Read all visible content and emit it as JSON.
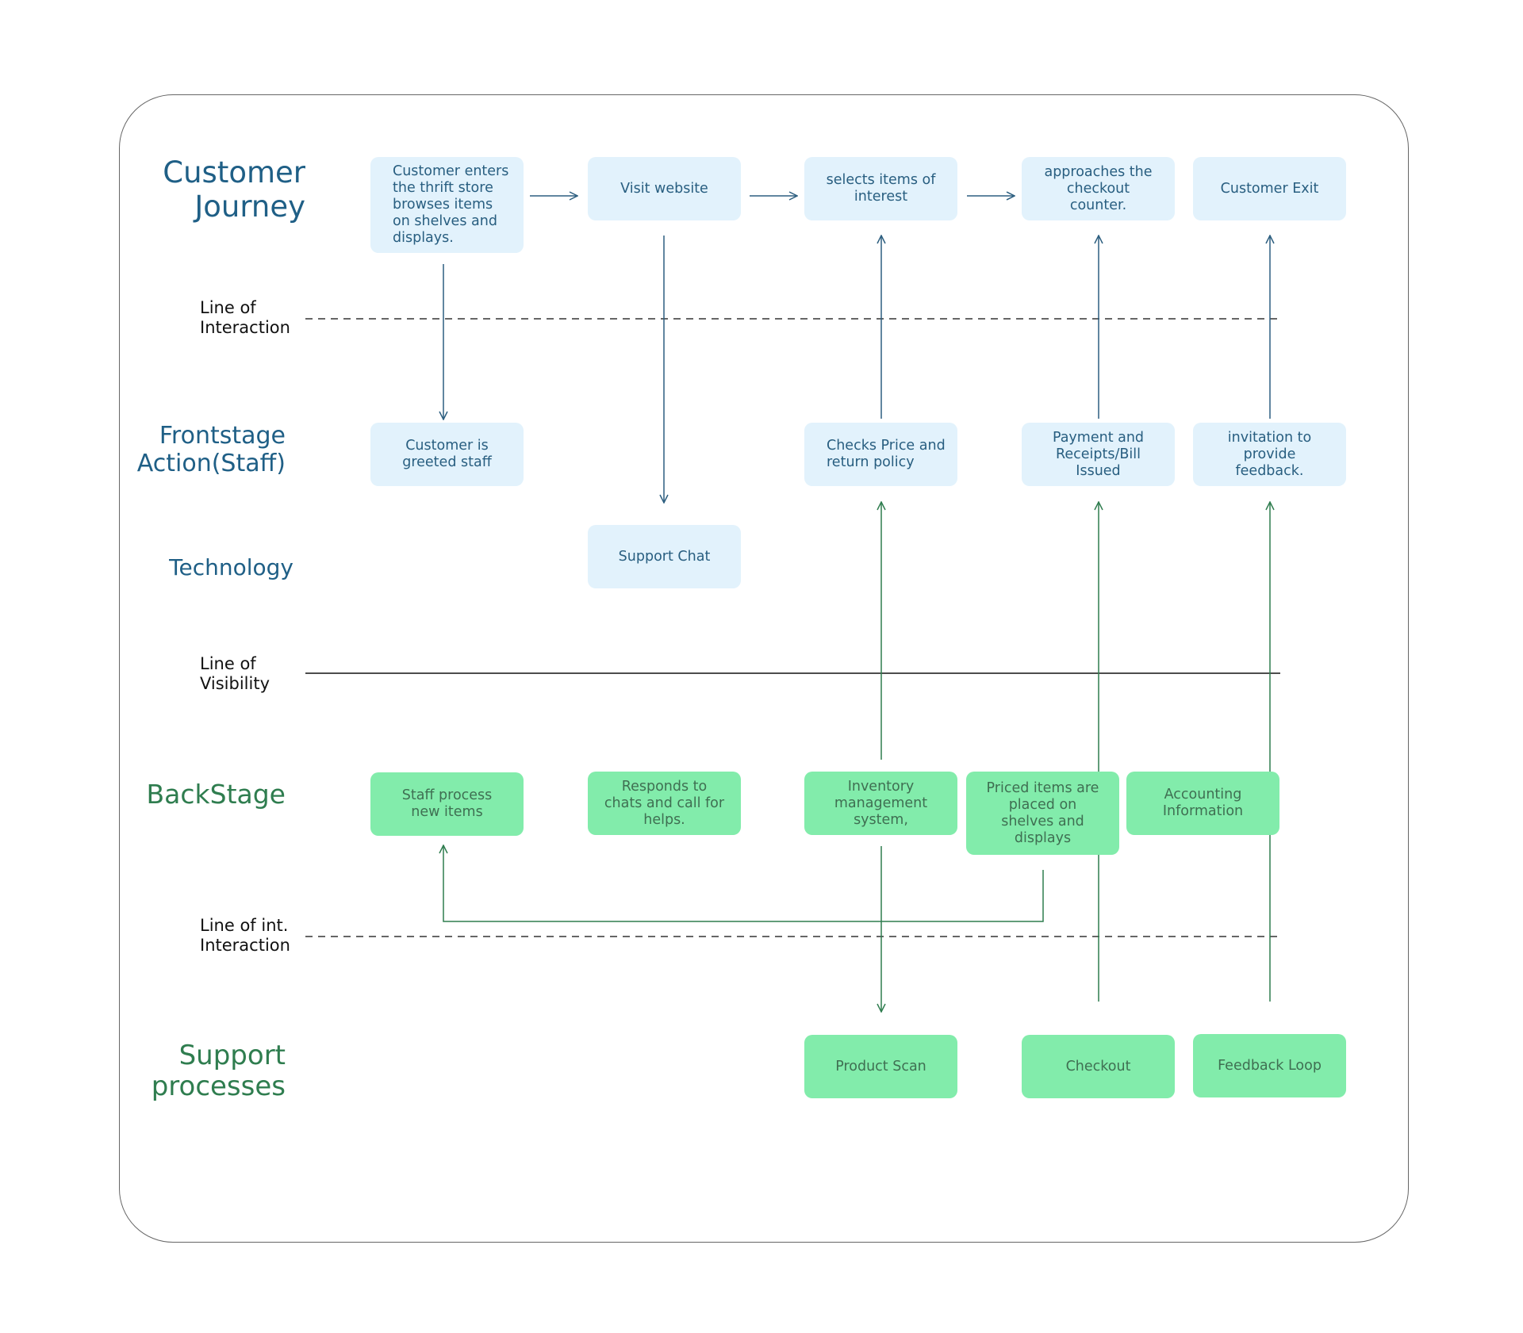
{
  "lanes": {
    "customer_journey": "Customer\n   Journey",
    "frontstage": "Frontstage\nAction(Staff)",
    "technology": "Technology",
    "backstage": "BackStage",
    "support": "Support\nprocesses"
  },
  "lines": {
    "interaction": "Line of\nInteraction",
    "visibility": "Line of\nVisibility",
    "internal_interaction": "Line of int.\nInteraction"
  },
  "customer_journey": {
    "enter": "Customer enters\nthe thrift store\nbrowses items\non shelves and\ndisplays.",
    "visit_website": "Visit website",
    "select_items": "selects items of\ninterest",
    "approach_checkout": "approaches the\ncheckout\ncounter.",
    "exit": "Customer Exit"
  },
  "frontstage": {
    "greeted": "Customer is\ngreeted staff",
    "checks_price": "Checks Price and\nreturn policy",
    "payment": "Payment and\nReceipts/Bill\nIssued",
    "feedback_invite": "invitation to\nprovide\nfeedback."
  },
  "technology": {
    "support_chat": "Support Chat"
  },
  "backstage": {
    "staff_process": "Staff process\nnew items",
    "responds": "Responds to\nchats and call for\nhelps.",
    "inventory": "Inventory\nmanagement\nsystem,",
    "priced_items": "Priced items are\nplaced on\nshelves and\ndisplays",
    "accounting": "Accounting\nInformation"
  },
  "support": {
    "product_scan": "Product Scan",
    "checkout": "Checkout",
    "feedback_loop": "Feedback Loop"
  },
  "colors": {
    "frontstage_box": "#e2f2fc",
    "frontstage_text": "#285e80",
    "backstage_box": "#82ecab",
    "backstage_text": "#3f6f52",
    "blue_connector": "#2d5f80",
    "green_connector": "#2f7d4f"
  }
}
